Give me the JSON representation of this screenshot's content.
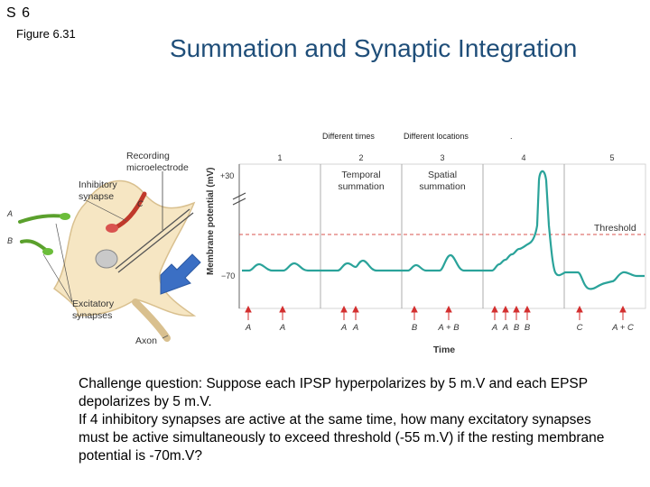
{
  "slide": {
    "number": "S 6",
    "figure_label": "Figure 6.31",
    "title": "Summation and Synaptic Integration"
  },
  "annotations": {
    "different_times": "Different times",
    "different_locations": "Different locations",
    "dot": "."
  },
  "neuron": {
    "recording_electrode": [
      "Recording",
      "microelectrode"
    ],
    "inhibitory_synapse": [
      "Inhibitory",
      "synapse"
    ],
    "excitatory_synapses": [
      "Excitatory",
      "synapses"
    ],
    "axon": "Axon",
    "synapse_c": "C",
    "synapse_a": "A",
    "synapse_b": "B"
  },
  "graph": {
    "y_axis_label": "Membrane potential (mV)",
    "x_axis_label": "Time",
    "y_tick_top": "+30",
    "y_tick_bottom": "−70",
    "threshold_label": "Threshold",
    "panel_numbers": [
      "1",
      "2",
      "3",
      "4",
      "5"
    ],
    "panel2_title": [
      "Temporal",
      "summation"
    ],
    "panel3_title": [
      "Spatial",
      "summation"
    ],
    "stimulus_labels": [
      "A",
      "A",
      "A",
      "A",
      "B",
      "A + B",
      "A",
      "A",
      "B",
      "B",
      "C",
      "A + C"
    ]
  },
  "colors": {
    "trace": "#2aa39a",
    "threshold": "#d9534f",
    "arrow": "#d32f2f",
    "pointer_arrow": "#3b6fc4",
    "title": "#1f4e79"
  },
  "question": {
    "line1": "Challenge question:  Suppose each IPSP hyperpolarizes by 5 m.V and each EPSP depolarizes by 5 m.V.",
    "line2": "If 4 inhibitory synapses are active at the same time, how many excitatory synapses must be active simultaneously to exceed threshold (-55 m.V) if the resting membrane potential is -70m.V?"
  }
}
